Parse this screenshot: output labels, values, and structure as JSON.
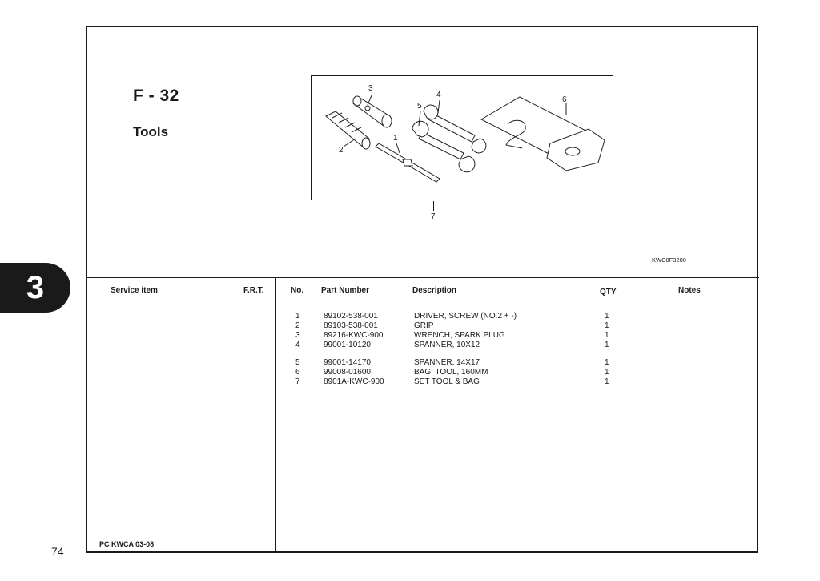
{
  "chapter_tab": "3",
  "page_number": "74",
  "section": {
    "code": "F - 32",
    "title": "Tools"
  },
  "illustration": {
    "callouts": [
      "1",
      "2",
      "3",
      "4",
      "5",
      "6",
      "7"
    ],
    "ref_code": "KWC8F3200",
    "icons": [
      "screwdriver-icon",
      "grip-icon",
      "spark-plug-wrench-icon",
      "spanner-10x12-icon",
      "spanner-14x17-icon",
      "tool-bag-icon"
    ]
  },
  "table": {
    "headers": {
      "service_item": "Service item",
      "frt": "F.R.T.",
      "no": "No.",
      "part_number": "Part Number",
      "description": "Description",
      "qty": "QTY",
      "notes": "Notes"
    },
    "rows": [
      {
        "no": "1",
        "part": "89102-538-001",
        "desc": "DRIVER, SCREW (NO.2 + -)",
        "qty": "1"
      },
      {
        "no": "2",
        "part": "89103-538-001",
        "desc": "GRIP",
        "qty": "1"
      },
      {
        "no": "3",
        "part": "89216-KWC-900",
        "desc": "WRENCH, SPARK PLUG",
        "qty": "1"
      },
      {
        "no": "4",
        "part": "99001-10120",
        "desc": "SPANNER, 10X12",
        "qty": "1"
      },
      {
        "no": "5",
        "part": "99001-14170",
        "desc": "SPANNER, 14X17",
        "qty": "1"
      },
      {
        "no": "6",
        "part": "99008-01600",
        "desc": "BAG, TOOL, 160MM",
        "qty": "1"
      },
      {
        "no": "7",
        "part": "8901A-KWC-900",
        "desc": "SET TOOL & BAG",
        "qty": "1"
      }
    ]
  },
  "footer": {
    "code": "PC KWCA 03-08"
  }
}
